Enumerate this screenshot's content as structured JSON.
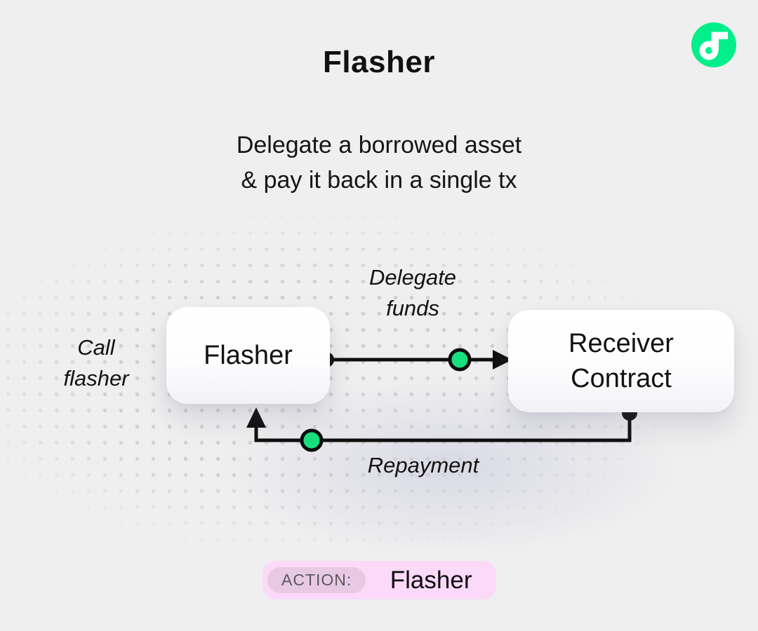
{
  "header": {
    "title": "Flasher",
    "subtitle_line1": "Delegate a borrowed asset",
    "subtitle_line2": "& pay it back in a single tx"
  },
  "diagram": {
    "flasher_node": {
      "label": "Flasher"
    },
    "receiver_node": {
      "label_line1": "Receiver",
      "label_line2": "Contract"
    },
    "call_label": {
      "line1": "Call",
      "line2": "flasher"
    },
    "delegate_label": {
      "line1": "Delegate",
      "line2": "funds"
    },
    "repayment_label": "Repayment"
  },
  "action_bar": {
    "label": "ACTION:",
    "value": "Flasher"
  },
  "colors": {
    "background": "#efefef",
    "logo_green": "#00ef8b",
    "token_green": "#19e07d",
    "line_black": "#0e0e0e",
    "action_pill_pink": "#fbd9f9",
    "action_label_pill": "#e8c9e3"
  }
}
